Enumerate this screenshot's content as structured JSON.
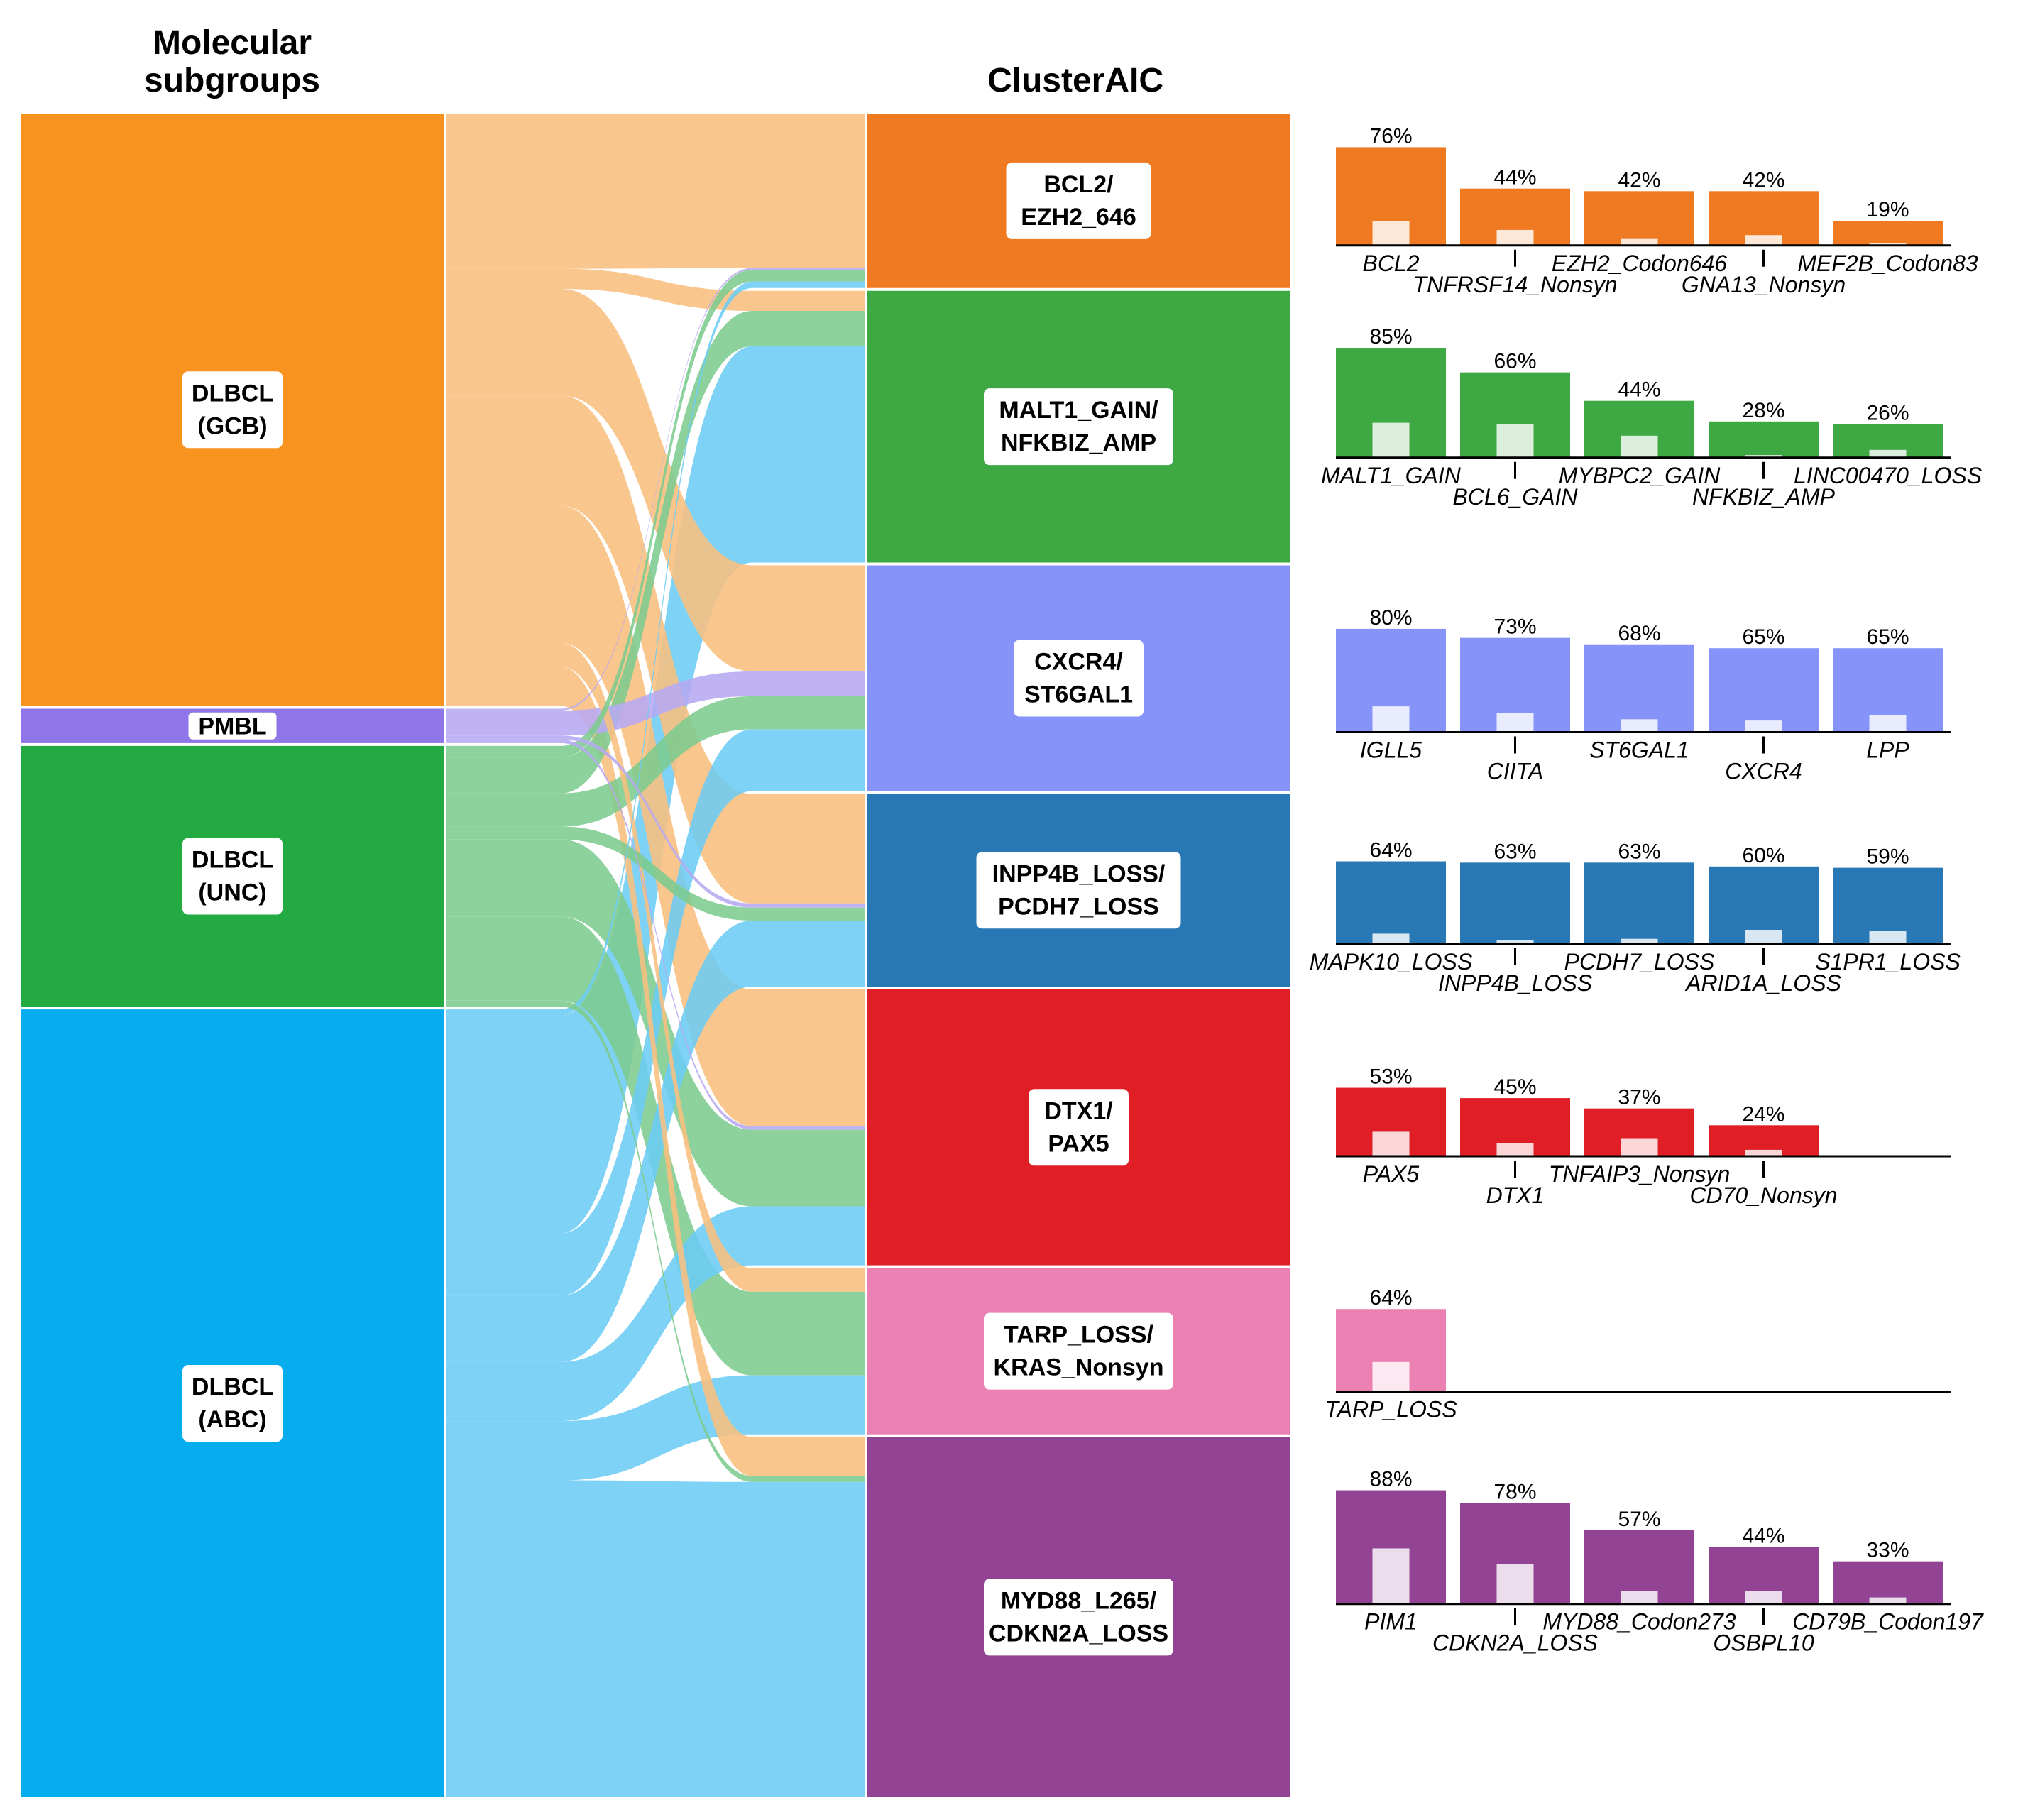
{
  "headers": {
    "left": [
      "Molecular",
      "subgroups"
    ],
    "right": "ClusterAIC"
  },
  "colors": {
    "GCB": "#F7931E",
    "PMBL": "#8E75E8",
    "UNC": "#23AA43",
    "ABC": "#05ADEE"
  },
  "subgroups": [
    {
      "id": "GCB",
      "lines": [
        "DLBCL",
        "(GCB)"
      ],
      "size": 1000,
      "color": "#F7931E",
      "flow_color": "#F8BF7E"
    },
    {
      "id": "PMBL",
      "lines": [
        "PMBL"
      ],
      "size": 58,
      "color": "#8E75E8",
      "flow_color": "#B7A8F2"
    },
    {
      "id": "UNC",
      "lines": [
        "DLBCL",
        "(UNC)"
      ],
      "size": 440,
      "color": "#23AA43",
      "flow_color": "#7DCB8F"
    },
    {
      "id": "ABC",
      "lines": [
        "DLBCL",
        "(ABC)"
      ],
      "size": 1330,
      "color": "#05ADEE",
      "flow_color": "#6CCCF5"
    }
  ],
  "clusters": [
    {
      "id": "BCL2",
      "lines": [
        "BCL2/",
        "EZH2_646"
      ],
      "color": "#F07A22"
    },
    {
      "id": "MALT1",
      "lines": [
        "MALT1_GAIN/",
        "NFKBIZ_AMP"
      ],
      "color": "#3EA843"
    },
    {
      "id": "CXCR4",
      "lines": [
        "CXCR4/",
        "ST6GAL1"
      ],
      "color": "#8694FA"
    },
    {
      "id": "INPP4B",
      "lines": [
        "INPP4B_LOSS/",
        "PCDH7_LOSS"
      ],
      "color": "#2878B5"
    },
    {
      "id": "DTX1",
      "lines": [
        "DTX1/",
        "PAX5"
      ],
      "color": "#E01E26"
    },
    {
      "id": "TARP",
      "lines": [
        "TARP_LOSS/",
        "KRAS_Nonsyn"
      ],
      "color": "#EB80B3"
    },
    {
      "id": "MYD88",
      "lines": [
        "MYD88_L265/",
        "CDKN2A_LOSS"
      ],
      "color": "#924394"
    }
  ],
  "flows": [
    {
      "from": "GCB",
      "to": "BCL2",
      "value": 262
    },
    {
      "from": "GCB",
      "to": "MALT1",
      "value": 34
    },
    {
      "from": "GCB",
      "to": "CXCR4",
      "value": 180
    },
    {
      "from": "GCB",
      "to": "INPP4B",
      "value": 186
    },
    {
      "from": "GCB",
      "to": "DTX1",
      "value": 232
    },
    {
      "from": "GCB",
      "to": "TARP",
      "value": 40
    },
    {
      "from": "GCB",
      "to": "MYD88",
      "value": 66
    },
    {
      "from": "PMBL",
      "to": "BCL2",
      "value": 3
    },
    {
      "from": "PMBL",
      "to": "CXCR4",
      "value": 42
    },
    {
      "from": "PMBL",
      "to": "INPP4B",
      "value": 7
    },
    {
      "from": "PMBL",
      "to": "DTX1",
      "value": 6
    },
    {
      "from": "UNC",
      "to": "BCL2",
      "value": 20
    },
    {
      "from": "UNC",
      "to": "MALT1",
      "value": 60
    },
    {
      "from": "UNC",
      "to": "CXCR4",
      "value": 56
    },
    {
      "from": "UNC",
      "to": "INPP4B",
      "value": 22
    },
    {
      "from": "UNC",
      "to": "DTX1",
      "value": 130
    },
    {
      "from": "UNC",
      "to": "TARP",
      "value": 142
    },
    {
      "from": "UNC",
      "to": "MYD88",
      "value": 10
    },
    {
      "from": "ABC",
      "to": "BCL2",
      "value": 11
    },
    {
      "from": "ABC",
      "to": "MALT1",
      "value": 367
    },
    {
      "from": "ABC",
      "to": "CXCR4",
      "value": 105
    },
    {
      "from": "ABC",
      "to": "INPP4B",
      "value": 112
    },
    {
      "from": "ABC",
      "to": "DTX1",
      "value": 100
    },
    {
      "from": "ABC",
      "to": "TARP",
      "value": 100
    },
    {
      "from": "ABC",
      "to": "MYD88",
      "value": 535
    }
  ],
  "chart_data": {
    "type": "bar",
    "ylim": [
      0,
      100
    ],
    "panels": [
      {
        "cluster": "BCL2",
        "color": "#F07A22",
        "categories": [
          "BCL2",
          "TNFRSF14_Nonsyn",
          "EZH2_Codon646",
          "GNA13_Nonsyn",
          "MEF2B_Codon83"
        ],
        "values": [
          76,
          44,
          42,
          42,
          19
        ],
        "labels": [
          "76%",
          "44%",
          "42%",
          "42%",
          "19%"
        ],
        "background": [
          19,
          12,
          5,
          8,
          2
        ]
      },
      {
        "cluster": "MALT1",
        "color": "#3EA843",
        "categories": [
          "MALT1_GAIN",
          "BCL6_GAIN",
          "MYBPC2_GAIN",
          "NFKBIZ_AMP",
          "LINC00470_LOSS"
        ],
        "values": [
          85,
          66,
          44,
          28,
          26
        ],
        "labels": [
          "85%",
          "66%",
          "44%",
          "28%",
          "26%"
        ],
        "background": [
          27,
          26,
          17,
          2,
          6
        ]
      },
      {
        "cluster": "CXCR4",
        "color": "#8694FA",
        "categories": [
          "IGLL5",
          "CIITA",
          "ST6GAL1",
          "CXCR4",
          "LPP"
        ],
        "values": [
          80,
          73,
          68,
          65,
          65
        ],
        "labels": [
          "80%",
          "73%",
          "68%",
          "65%",
          "65%"
        ],
        "background": [
          20,
          15,
          10,
          9,
          13
        ]
      },
      {
        "cluster": "INPP4B",
        "color": "#2878B5",
        "categories": [
          "MAPK10_LOSS",
          "INPP4B_LOSS",
          "PCDH7_LOSS",
          "ARID1A_LOSS",
          "S1PR1_LOSS"
        ],
        "values": [
          64,
          63,
          63,
          60,
          59
        ],
        "labels": [
          "64%",
          "63%",
          "63%",
          "60%",
          "59%"
        ],
        "background": [
          8,
          3,
          4,
          11,
          10
        ]
      },
      {
        "cluster": "DTX1",
        "color": "#E01E26",
        "categories": [
          "PAX5",
          "DTX1",
          "TNFAIP3_Nonsyn",
          "CD70_Nonsyn"
        ],
        "values": [
          53,
          45,
          37,
          24
        ],
        "labels": [
          "53%",
          "45%",
          "37%",
          "24%"
        ],
        "background": [
          19,
          10,
          14,
          5
        ]
      },
      {
        "cluster": "TARP",
        "color": "#EB80B3",
        "categories": [
          "TARP_LOSS"
        ],
        "values": [
          64
        ],
        "labels": [
          "64%"
        ],
        "background": [
          23
        ]
      },
      {
        "cluster": "MYD88",
        "color": "#924394",
        "categories": [
          "PIM1",
          "CDKN2A_LOSS",
          "MYD88_Codon273",
          "OSBPL10",
          "CD79B_Codon197"
        ],
        "values": [
          88,
          78,
          57,
          44,
          33
        ],
        "labels": [
          "88%",
          "78%",
          "57%",
          "44%",
          "33%"
        ],
        "background": [
          43,
          31,
          10,
          10,
          5
        ]
      }
    ]
  }
}
